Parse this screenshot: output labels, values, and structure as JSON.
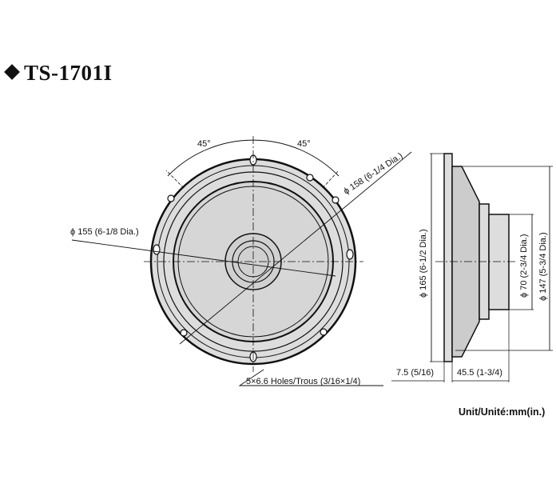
{
  "model": "TS-1701I",
  "front_view": {
    "angle_left": "45°",
    "angle_right": "45°",
    "dim_mounting": "ϕ 158 (6-1/4 Dia.)",
    "dim_cutout": "ϕ 155 (6-1/8 Dia.)",
    "holes": "5×6.6 Holes/Trous (3/16×1/4)"
  },
  "side_view": {
    "dim_overall": "ϕ 165 (6-1/2 Dia.)",
    "dim_magnet": "ϕ 70 (2-3/4 Dia.)",
    "dim_basket": "ϕ 147 (5-3/4 Dia.)",
    "dim_flange": "7.5 (5/16)",
    "dim_depth": "45.5 (1-3/4)"
  },
  "unit_label": "Unit/Unité:mm(in.)"
}
